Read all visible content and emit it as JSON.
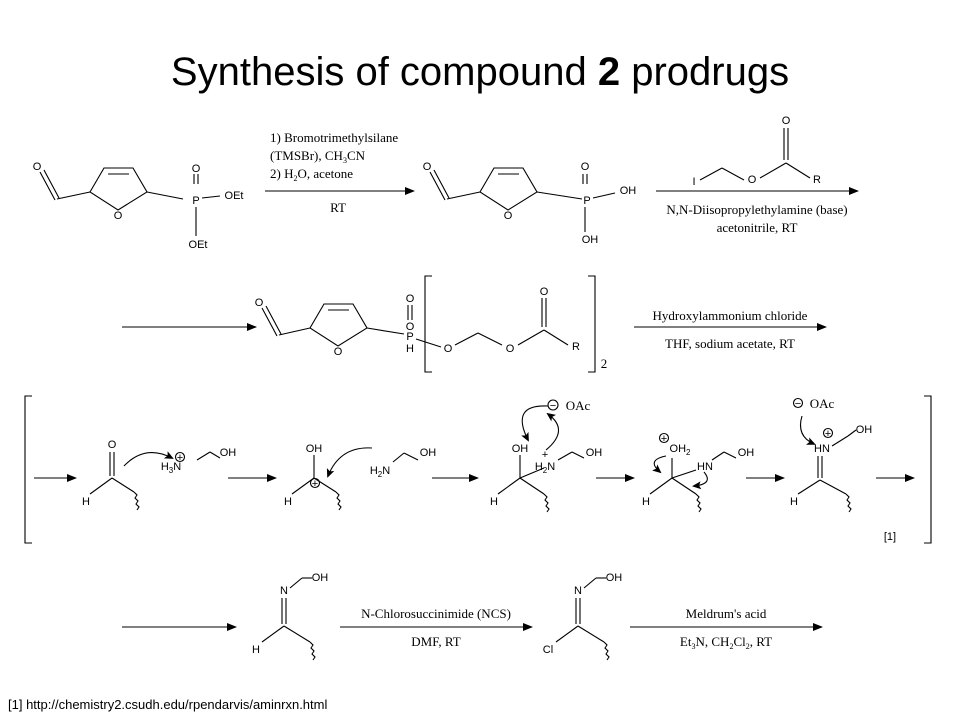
{
  "title": {
    "prefix": "Synthesis of compound ",
    "bold": "2",
    "suffix": " prodrugs"
  },
  "footnote": "[1] http://chemistry2.csudh.edu/rpendarvis/aminrxn.html",
  "reference_tag": "[1]",
  "step1": {
    "line1": "1) Bromotrimethylsilane",
    "line2": "(TMSBr), CH",
    "line2_sub": "3",
    "line2_end": "CN",
    "line3": "2) H",
    "line3_sub": "2",
    "line3_end": "O, acetone",
    "below": "RT"
  },
  "step2": {
    "below1": "N,N-Diisopropylethylamine (base)",
    "below2": "acetonitrile, RT"
  },
  "step3": {
    "above": "Hydroxylammonium chloride",
    "below": "THF, sodium acetate, RT"
  },
  "step4": {
    "above": "N-Chlorosuccinimide (NCS)",
    "below": "DMF, RT"
  },
  "step5": {
    "above": "Meldrum's acid",
    "below_a": "Et",
    "below_a_sub": "3",
    "below_b": "N, CH",
    "below_b_sub": "2",
    "below_c": "Cl",
    "below_c_sub": "2",
    "below_d": ", RT"
  },
  "atoms": {
    "O": "O",
    "P": "P",
    "OEt": "OEt",
    "OH": "OH",
    "I": "I",
    "R": "R",
    "H": "H",
    "N": "N",
    "HN": "HN",
    "Cl": "Cl",
    "H3N": "H",
    "H3N_sub": "3",
    "N_tail": "N",
    "H2N": "H",
    "H2N_sub": "2",
    "OH2": "OH",
    "OH2_sub": "2",
    "OAc": "OAc",
    "bracket_sub": "2",
    "minus": "−",
    "plus": "+"
  }
}
